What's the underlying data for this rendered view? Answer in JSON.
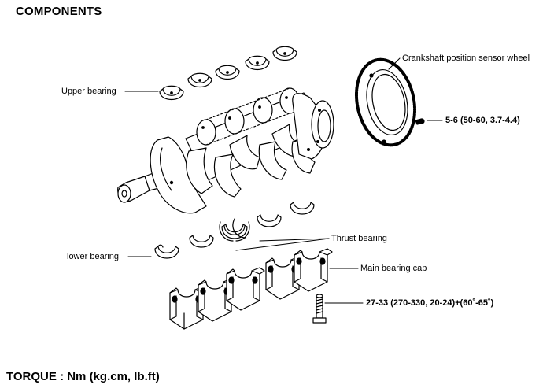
{
  "title": "COMPONENTS",
  "labels": {
    "crank_sensor_wheel": "Crankshaft position sensor wheel",
    "upper_bearing": "Upper bearing",
    "wheel_bolt_torque": "5-6 (50-60, 3.7-4.4)",
    "thrust_bearing": "Thrust bearing",
    "lower_bearing": "lower bearing",
    "main_bearing_cap": "Main bearing cap",
    "cap_bolt_torque": "27-33 (270-330, 20-24)+(60˚-65˚)"
  },
  "torque_note": "TORQUE : Nm (kg.cm, lb.ft)",
  "line_color": "#000000"
}
